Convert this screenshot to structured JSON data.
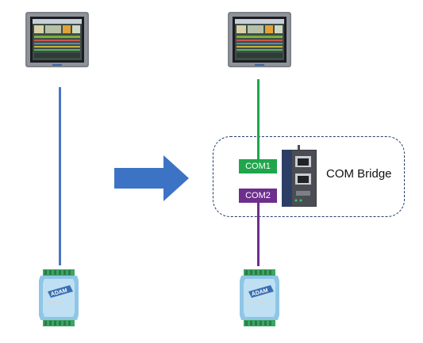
{
  "diagram": {
    "bridge": {
      "label": "COM Bridge",
      "ports": [
        {
          "label": "COM1",
          "color": "#1fa64b"
        },
        {
          "label": "COM2",
          "color": "#6d2e8c"
        }
      ],
      "frame_color": "#1f3d6b"
    },
    "before_link_color": "#4a76c1",
    "arrow_color": "#3d73c4",
    "devices": [
      "hmi-panel",
      "adam-io-module",
      "bridge-gateway"
    ]
  }
}
